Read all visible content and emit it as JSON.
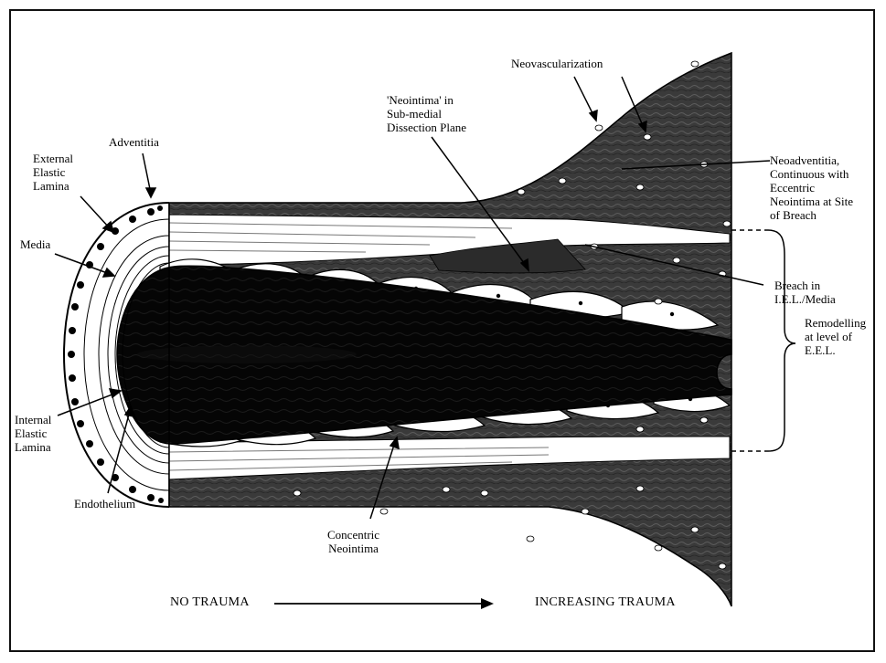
{
  "colors": {
    "ink": "#000000",
    "paper": "#ffffff",
    "tissue": "#3a3a3a",
    "lumen": "#050505"
  },
  "labels": {
    "adventitia": "Adventitia",
    "external_elastic_lamina": "External\nElastic\nLamina",
    "media": "Media",
    "internal_elastic_lamina": "Internal\nElastic\nLamina",
    "endothelium": "Endothelium",
    "neointima_dissection": "'Neointima' in\nSub-medial\nDissection Plane",
    "neovascularization": "Neovascularization",
    "neoadventitia": "Neoadventitia,\nContinuous with\nEccentric\nNeointima at Site\nof Breach",
    "breach": "Breach in\nI.E.L./Media",
    "remodelling": "Remodelling\nat level of\nE.E.L.",
    "concentric_neointima": "Concentric\nNeointima"
  },
  "axis": {
    "left": "NO TRAUMA",
    "right": "INCREASING TRAUMA"
  }
}
